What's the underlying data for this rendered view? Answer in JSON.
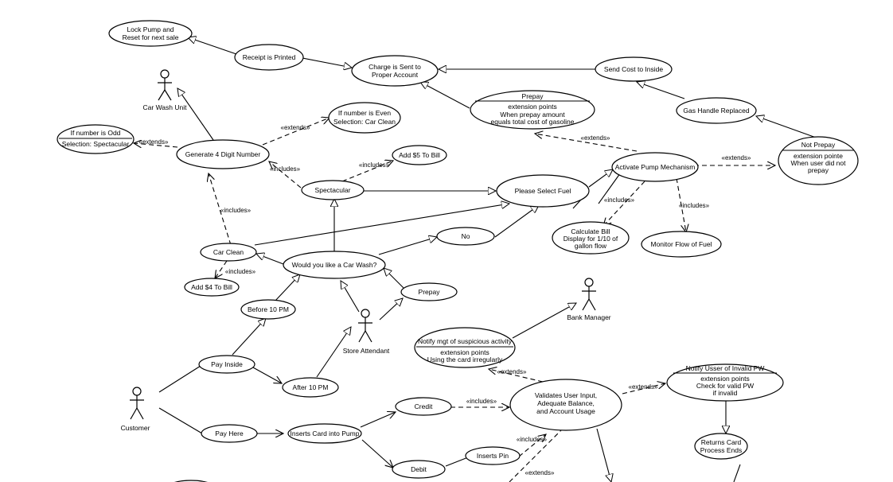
{
  "use_cases": {
    "lock_pump": [
      "Lock Pump and",
      "Reset for next  sale"
    ],
    "receipt": [
      "Receipt is Printed"
    ],
    "charge": [
      "Charge is Sent to",
      "Proper Account"
    ],
    "send_cost": [
      "Send Cost to Inside"
    ],
    "prepay_ext": {
      "title": "Prepay",
      "lines": [
        "extension points",
        "When prepay amount",
        "equals total cost of gasoline"
      ]
    },
    "gas_handle": [
      "Gas Handle Replaced"
    ],
    "even": [
      "If number is Even",
      "Selection: Car Clean"
    ],
    "odd": {
      "title": "If number is Odd",
      "lines": [
        "Selection: Spectacular"
      ]
    },
    "generate": [
      "Generate 4 Digit Number"
    ],
    "add5": [
      "Add $5 To Bill"
    ],
    "not_prepay": {
      "title": "Not Prepay",
      "lines": [
        "extension pointe",
        "When user  did not",
        "prepay"
      ]
    },
    "activate": [
      "Activate Pump Mechanism"
    ],
    "spectacular": [
      "Spectacular"
    ],
    "select_fuel": [
      "Please Select Fuel"
    ],
    "calc_bill": [
      "Calculate Bill",
      "Display for 1/10 of",
      "gallon flow"
    ],
    "monitor": [
      "Monitor Flow of Fuel"
    ],
    "no": [
      "No"
    ],
    "car_clean": [
      "Car Clean"
    ],
    "car_wash_q": [
      "Would you like a Car Wash?"
    ],
    "add4": [
      "Add $4 To Bill"
    ],
    "prepay": [
      "Prepay"
    ],
    "before10": [
      "Before 10 PM"
    ],
    "notify_mgt": {
      "title": "Notify mgt of suspicious activity",
      "lines": [
        "extension points",
        "Using the card irregularly"
      ]
    },
    "pay_inside": [
      "Pay Inside"
    ],
    "after10": [
      "After 10 PM"
    ],
    "validates": [
      "Validates User Input,",
      "Adequate Balance,",
      "and Account Usage"
    ],
    "notify_user": {
      "title": "Notify Usser of Invalid PW",
      "lines": [
        "extension points",
        "Check for valid PW",
        "if invalid"
      ]
    },
    "credit": [
      "Credit"
    ],
    "pay_here": [
      "Pay Here"
    ],
    "inserts_card": [
      "Inserts Card into Pump"
    ],
    "returns_card": [
      "Returns Card",
      "Process Ends"
    ],
    "inserts_pin": [
      "Inserts Pin"
    ],
    "debit": [
      "Debit"
    ]
  },
  "actors": {
    "car_wash_unit": "Car Wash Unit",
    "bank_manager": "Bank Manager",
    "store_attendant": "Store Attendant",
    "customer": "Customer"
  },
  "stereotypes": {
    "extends": "«extends»",
    "includes": "«includes»"
  }
}
